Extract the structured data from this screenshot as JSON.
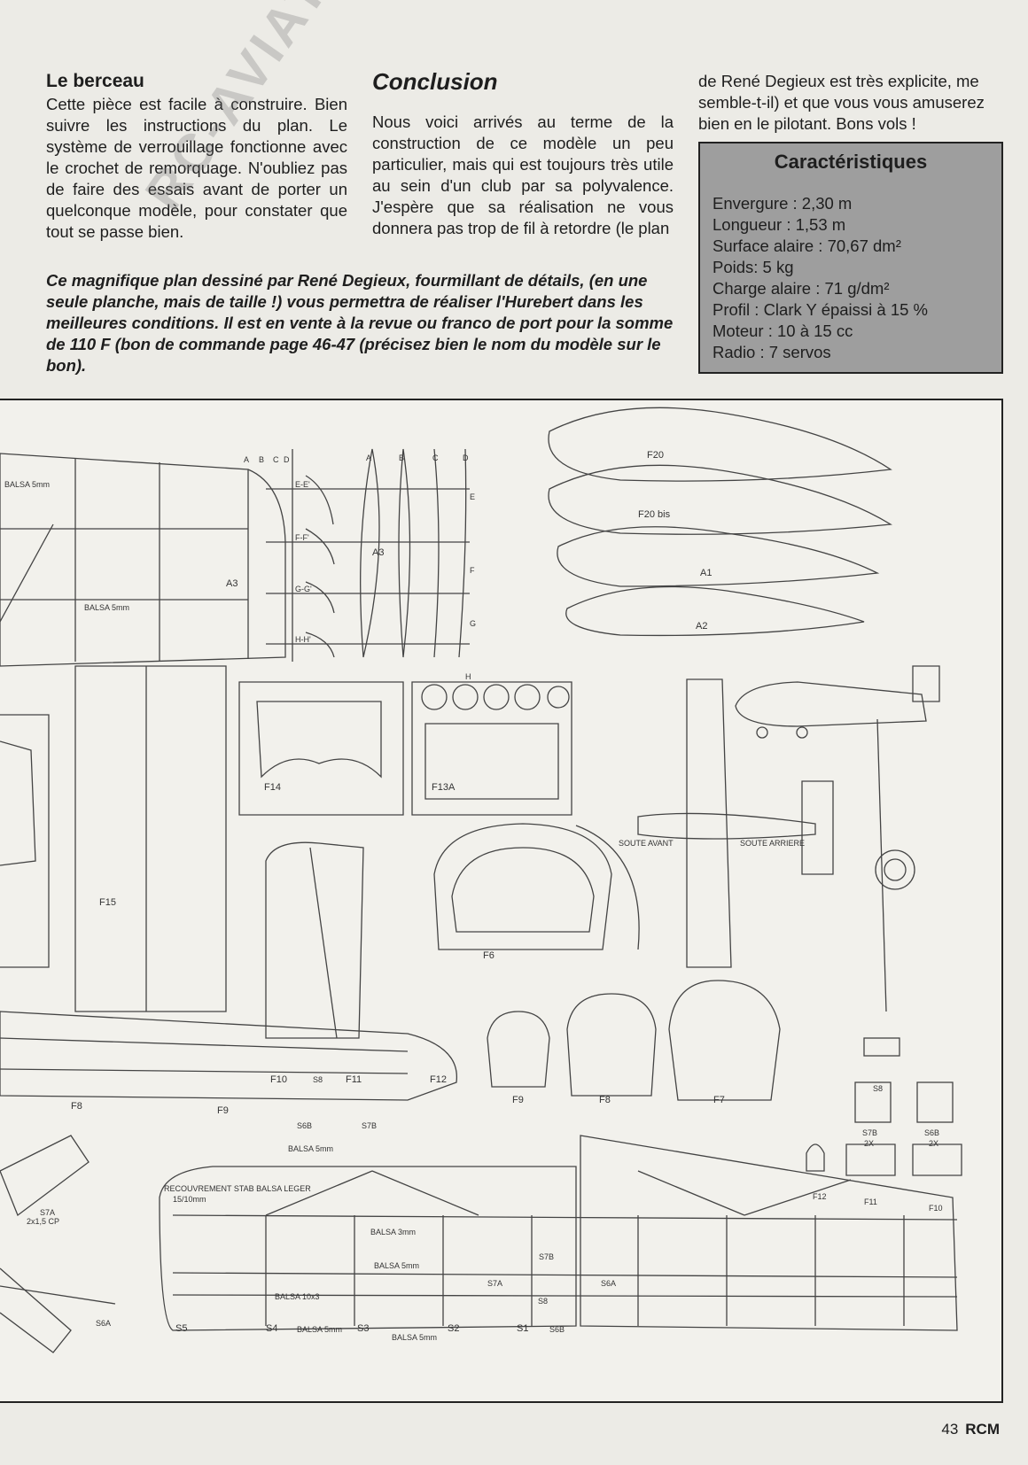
{
  "col1": {
    "heading": "Le berceau",
    "text": "Cette pièce est facile à construire. Bien suivre les instructions du plan. Le système de verrouillage fonctionne avec le crochet de remorquage. N'oubliez pas de faire des essais avant de porter un quelconque modèle, pour constater que tout se passe bien."
  },
  "col2": {
    "heading": "Conclusion",
    "text": "Nous voici arrivés au terme de la construction de ce modèle un peu particulier, mais qui est toujours très utile au sein d'un club par sa polyvalence. J'espère que sa réalisation ne vous donnera pas trop de fil à retordre (le plan"
  },
  "col3": {
    "text": "de René Degieux est très explicite, me semble-t-il) et que vous vous amuserez bien en le pilotant. Bons vols !"
  },
  "caption": "Ce magnifique plan dessiné par René Degieux, fourmillant de détails, (en une seule planche, mais de taille !) vous permettra de réaliser l'Hurebert dans les meilleures conditions. Il est en vente à la revue ou franco de port pour la somme de 110 F (bon de commande page 46-47 (précisez bien le nom du modèle sur le bon).",
  "specs": {
    "title": "Caractéristiques",
    "items": [
      "Envergure : 2,30 m",
      "Longueur : 1,53 m",
      "Surface alaire : 70,67 dm²",
      "Poids: 5 kg",
      "Charge alaire : 71 g/dm²",
      "Profil : Clark Y épaissi à 15 %",
      "Moteur : 10 à 15 cc",
      "Radio : 7 servos"
    ]
  },
  "watermark": "RC-AVIATEUR.COM",
  "plan": {
    "labels": {
      "f20": "F20",
      "f20bis": "F20 bis",
      "a1": "A1",
      "a2": "A2",
      "a3": "A3",
      "a3b": "A3",
      "f14": "F14",
      "f13a": "F13A",
      "f15": "F15",
      "f6": "F6",
      "f7": "F7",
      "f8": "F8",
      "f9": "F9",
      "f8b": "F8",
      "f9b": "F9",
      "f10": "F10",
      "f11": "F11",
      "f12": "F12",
      "f12b": "F12",
      "f11b": "F11",
      "f10b": "F10",
      "s8": "S8",
      "s8b": "S8",
      "s8c": "S8",
      "s7b": "S7B",
      "s6b": "S6B",
      "s7b2": "S7B",
      "s6b2": "S6B",
      "s7b3": "S7B",
      "s6b3": "S6B",
      "twox1": "2X",
      "twox2": "2X",
      "s7a": "S7A",
      "s7a2": "S7A",
      "s6a": "S6A",
      "s6a2": "S6A",
      "s5": "S5",
      "s4": "S4",
      "s3": "S3",
      "s2": "S2",
      "s1": "S1",
      "balsa5a": "BALSA 5mm",
      "balsa5b": "BALSA 5mm",
      "balsa5c": "BALSA 5mm",
      "balsa5d": "BALSA 5mm",
      "balsa5e": "BALSA 5mm",
      "balsa5f": "BALSA 5mm",
      "balsa3": "BALSA 3mm",
      "balsa10x3": "BALSA 10x3",
      "recouvrement": "RECOUVREMENT STAB BALSA LEGER",
      "epaisseur": "15/10mm",
      "soute_avant": "SOUTE AVANT",
      "soute_arriere": "SOUTE ARRIERE",
      "s7a_cp": "2x1,5 CP",
      "abcd": [
        "A",
        "B",
        "C",
        "D"
      ],
      "ee": "E-E'",
      "ff": "F-F'",
      "gg": "G-G'",
      "hh": "H-H'",
      "e": "E",
      "f": "F",
      "g": "G",
      "h": "H"
    }
  },
  "footer": {
    "page": "43",
    "mag": "RCM"
  }
}
